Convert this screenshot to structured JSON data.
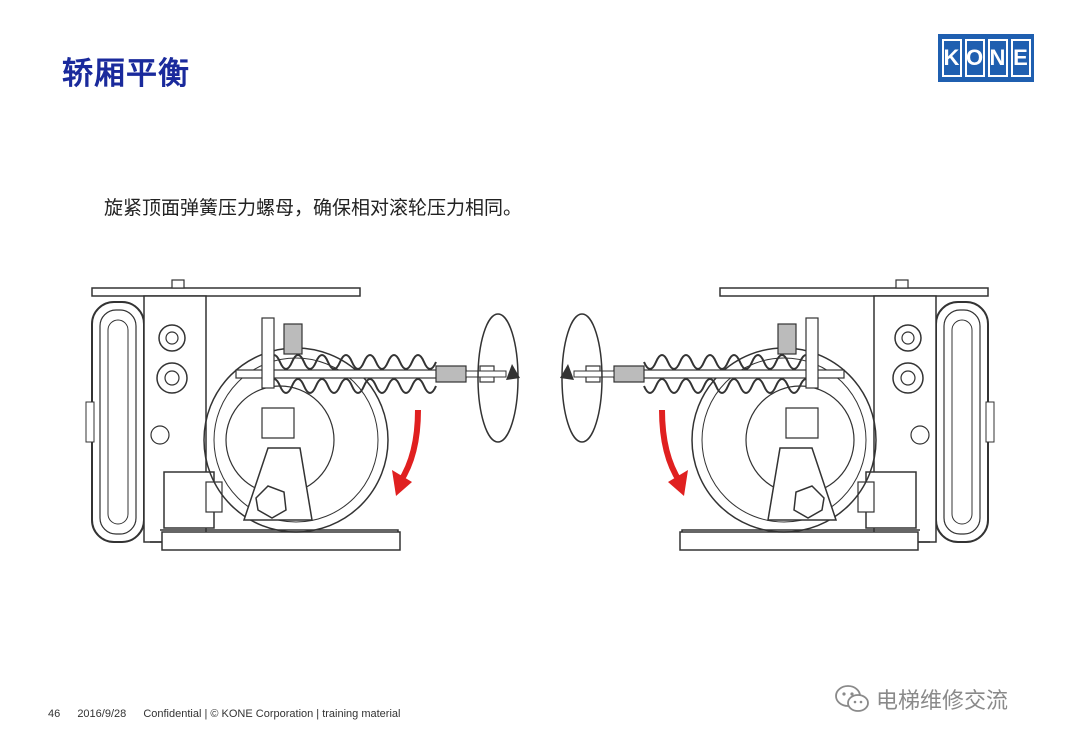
{
  "slide": {
    "title": "轿厢平衡",
    "body": "旋紧顶面弹簧压力螺母，确保相对滚轮压力相同。"
  },
  "logo": {
    "letters": [
      "K",
      "O",
      "N",
      "E"
    ],
    "color": "#1f5fb0"
  },
  "footer": {
    "page": "46",
    "date": "2016/9/28",
    "notice": "Confidential  |  © KONE Corporation  |  training material"
  },
  "watermark": {
    "text": "电梯维修交流",
    "icon": "wechat-icon"
  },
  "colors": {
    "title": "#1a2a9c",
    "arrow": "#e02020",
    "line": "#333333"
  }
}
